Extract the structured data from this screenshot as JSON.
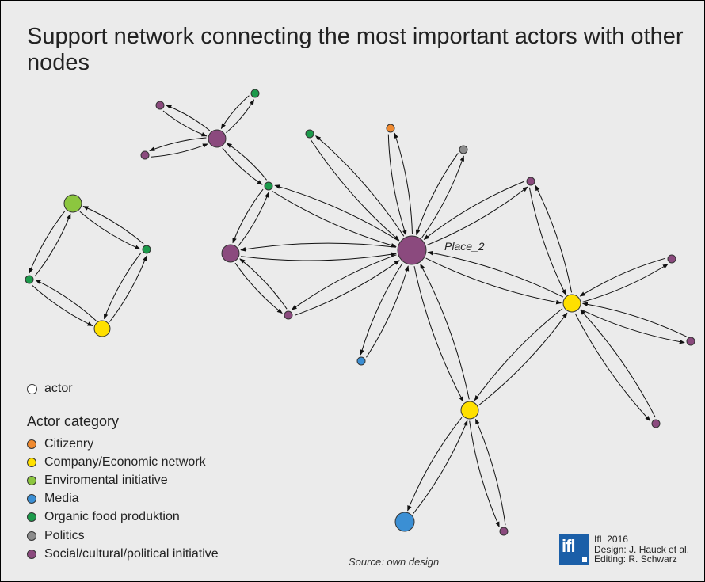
{
  "title": "Support network connecting the most important actors with other nodes",
  "colors": {
    "citizenry": "#f08a30",
    "company": "#ffe000",
    "environmental": "#8cc63f",
    "media": "#3b8fd4",
    "organic": "#1c9a4b",
    "politics": "#8c8c8c",
    "social": "#8b4a7e"
  },
  "place_label": "Place_2",
  "legend": {
    "actor_label": "actor",
    "category_title": "Actor category",
    "categories": [
      {
        "label": "Citizenry",
        "color": "#f08a30"
      },
      {
        "label": "Company/Economic network",
        "color": "#ffe000"
      },
      {
        "label": "Enviromental initiative",
        "color": "#8cc63f"
      },
      {
        "label": "Media",
        "color": "#3b8fd4"
      },
      {
        "label": "Organic food produktion",
        "color": "#1c9a4b"
      },
      {
        "label": "Politics",
        "color": "#8c8c8c"
      },
      {
        "label": "Social/cultural/political initiative",
        "color": "#8b4a7e"
      }
    ]
  },
  "source": "Source: own design",
  "credits": {
    "line1": "IfL 2016",
    "line2": "Design: J. Hauck et al.",
    "line3": "Editing: R. Schwarz"
  },
  "logo_text": "ifl",
  "network": {
    "nodes": [
      {
        "id": "env1",
        "category": "environmental"
      },
      {
        "id": "org1",
        "category": "organic"
      },
      {
        "id": "org2",
        "category": "organic"
      },
      {
        "id": "comp1",
        "category": "company"
      },
      {
        "id": "s1",
        "category": "social"
      },
      {
        "id": "s2",
        "category": "social"
      },
      {
        "id": "org3",
        "category": "organic"
      },
      {
        "id": "hubA",
        "category": "social"
      },
      {
        "id": "org4",
        "category": "organic"
      },
      {
        "id": "sLeft",
        "category": "social"
      },
      {
        "id": "sBottom",
        "category": "social"
      },
      {
        "id": "place2",
        "category": "social"
      },
      {
        "id": "org5",
        "category": "organic"
      },
      {
        "id": "cit1",
        "category": "citizenry"
      },
      {
        "id": "pol1",
        "category": "politics"
      },
      {
        "id": "s3",
        "category": "social"
      },
      {
        "id": "media1",
        "category": "media"
      },
      {
        "id": "compR",
        "category": "company"
      },
      {
        "id": "s4",
        "category": "social"
      },
      {
        "id": "s5",
        "category": "social"
      },
      {
        "id": "s6",
        "category": "social"
      },
      {
        "id": "compB",
        "category": "company"
      },
      {
        "id": "media2",
        "category": "media"
      },
      {
        "id": "s7",
        "category": "social"
      }
    ],
    "edges": [
      [
        "env1",
        "org2"
      ],
      [
        "org2",
        "comp1"
      ],
      [
        "comp1",
        "org1"
      ],
      [
        "org1",
        "env1"
      ],
      [
        "hubA",
        "s1"
      ],
      [
        "hubA",
        "org3"
      ],
      [
        "hubA",
        "s2"
      ],
      [
        "hubA",
        "org4"
      ],
      [
        "org4",
        "sLeft"
      ],
      [
        "org4",
        "place2"
      ],
      [
        "sLeft",
        "place2"
      ],
      [
        "sLeft",
        "sBottom"
      ],
      [
        "sBottom",
        "place2"
      ],
      [
        "place2",
        "org5"
      ],
      [
        "place2",
        "cit1"
      ],
      [
        "place2",
        "pol1"
      ],
      [
        "place2",
        "s3"
      ],
      [
        "place2",
        "media1"
      ],
      [
        "place2",
        "compR"
      ],
      [
        "place2",
        "compB"
      ],
      [
        "compR",
        "s3"
      ],
      [
        "compR",
        "s4"
      ],
      [
        "compR",
        "s5"
      ],
      [
        "compR",
        "s6"
      ],
      [
        "compR",
        "compB"
      ],
      [
        "compB",
        "media2"
      ],
      [
        "compB",
        "s7"
      ]
    ]
  }
}
